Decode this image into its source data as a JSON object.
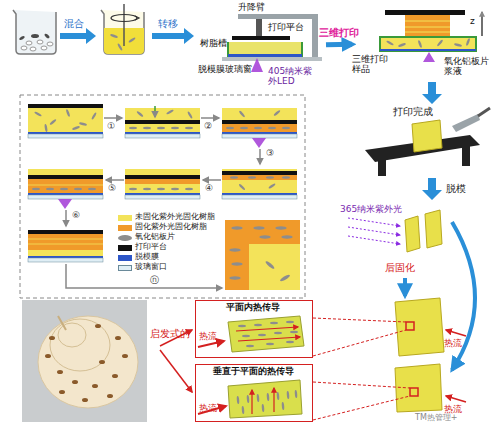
{
  "diagram": {
    "nodes": [
      {
        "text": [
          "升降臂",
          "打印平台",
          "树脂槽",
          "脱模膜玻璃窗",
          "405纳米紫外LED"
        ]
      },
      {
        "text": [
          "z",
          "三维打印样品",
          "氧化铝板片浆液"
        ]
      },
      {
        "text": [
          "平面内热传导",
          "热流"
        ]
      },
      {
        "text": [
          "垂直于平面的热传导",
          "热流"
        ]
      }
    ],
    "edges": [
      {
        "from": 0,
        "to": 1,
        "label": "三维打印",
        "arrow": "to"
      }
    ],
    "labels": [
      "混合",
      "转移",
      "①",
      "②",
      "③",
      "④",
      "⑤",
      "⑥",
      "ⓝ",
      "打印完成",
      "脱模",
      "365纳米紫外光",
      "后固化",
      "启发式的",
      "热流",
      "热流",
      "TM热管理+"
    ],
    "legend": [
      {
        "text": "未固化紫外光固化树脂",
        "color": "#f3e35a"
      },
      {
        "text": "固化紫外光固化树脂",
        "color": "#f09a2a"
      },
      {
        "text": "氧化铝板片",
        "color": "#8d8d8d"
      },
      {
        "text": "打印平台",
        "color": "#111111"
      },
      {
        "text": "脱模膜",
        "color": "#2d56c8"
      },
      {
        "text": "玻璃窗口",
        "color": "#dfeef5"
      }
    ]
  }
}
